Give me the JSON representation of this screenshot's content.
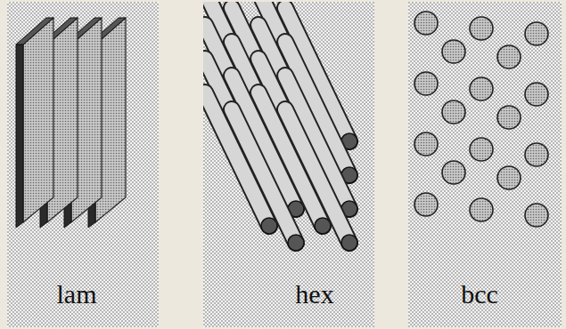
{
  "diagram": {
    "nodes": [
      {
        "text": [
          "lam"
        ]
      },
      {
        "text": [
          "hex"
        ]
      },
      {
        "text": [
          "bcc"
        ]
      }
    ]
  }
}
